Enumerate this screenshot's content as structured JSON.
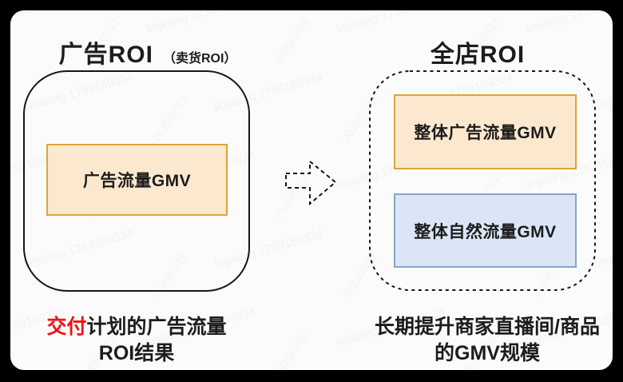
{
  "colors": {
    "page_background": "#000000",
    "card_background": "#fbfbfb",
    "line": "#161616",
    "text": "#1c1c1c",
    "highlight_red": "#ee1111"
  },
  "icons": {
    "arrow": "dashed-block-arrow-right"
  },
  "watermark": {
    "name_text": "linjialing 1753169334",
    "date_text": "2025/07/22"
  },
  "left": {
    "title": "广告ROI",
    "subtitle": "（卖货ROI）",
    "box": {
      "label": "广告流量GMV",
      "fill": "#fce8cf",
      "border": "#dfa33c"
    },
    "caption_highlight": "交付",
    "caption_line1_rest": "计划的广告流量",
    "caption_line2": "ROI结果"
  },
  "right": {
    "title": "全店ROI",
    "boxes": [
      {
        "label": "整体广告流量GMV",
        "fill": "#fce8cf",
        "border": "#dfa33c"
      },
      {
        "label": "整体自然流量GMV",
        "fill": "#dae6f5",
        "border": "#86a4cd"
      }
    ],
    "caption_line1": "长期提升商家直播间/商品",
    "caption_line2": "的GMV规模"
  }
}
